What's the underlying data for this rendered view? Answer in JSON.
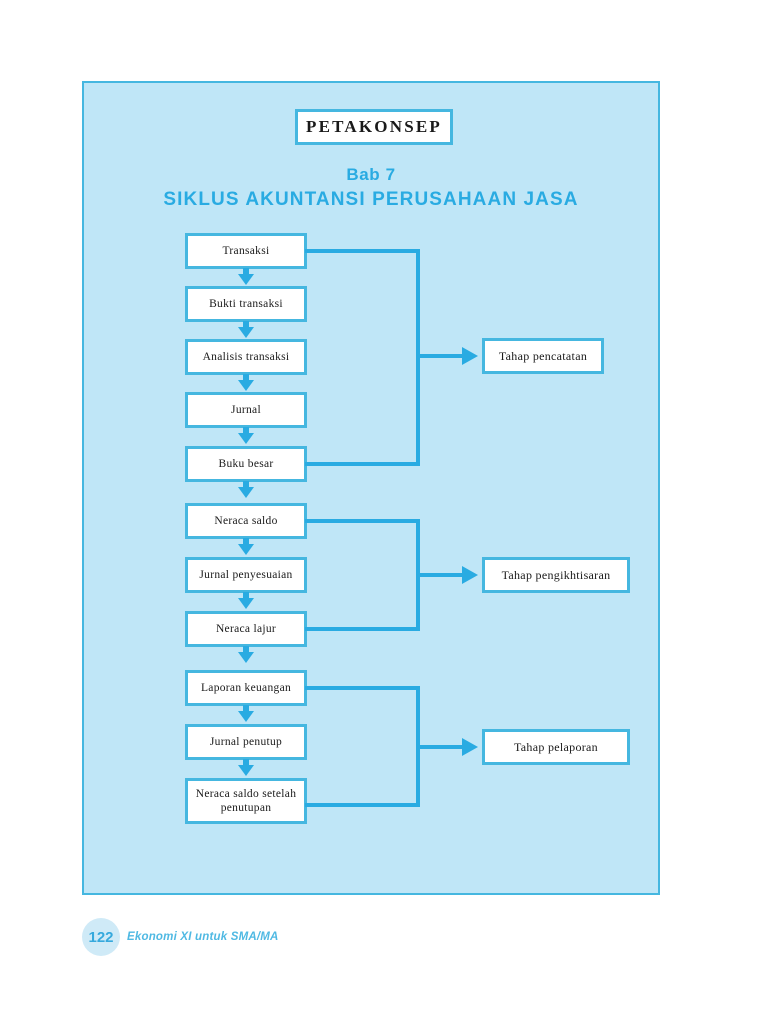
{
  "page": {
    "background_color": "#ffffff",
    "panel_color": "#bfe6f7",
    "accent_color": "#29abe2",
    "border_color": "#45b7e0"
  },
  "header": {
    "badge_label": "PETAKONSEP",
    "chapter_number": "Bab 7",
    "chapter_title": "SIKLUS AKUNTANSI PERUSAHAAN JASA"
  },
  "flowchart": {
    "steps": [
      {
        "label": "Transaksi"
      },
      {
        "label": "Bukti transaksi"
      },
      {
        "label": "Analisis transaksi"
      },
      {
        "label": "Jurnal"
      },
      {
        "label": "Buku besar"
      },
      {
        "label": "Neraca saldo"
      },
      {
        "label": "Jurnal penyesuaian"
      },
      {
        "label": "Neraca lajur"
      },
      {
        "label": "Laporan keuangan"
      },
      {
        "label": "Jurnal penutup"
      },
      {
        "label": "Neraca saldo setelah penutupan"
      }
    ],
    "stages": [
      {
        "label": "Tahap pencatatan",
        "from_step": "Transaksi",
        "to_step": "Buku besar"
      },
      {
        "label": "Tahap pengikhtisaran",
        "from_step": "Neraca saldo",
        "to_step": "Neraca lajur"
      },
      {
        "label": "Tahap pelaporan",
        "from_step": "Laporan keuangan",
        "to_step": "Neraca saldo setelah penutupan"
      }
    ]
  },
  "footer": {
    "page_number": "122",
    "book_title": "Ekonomi XI untuk SMA/MA"
  }
}
